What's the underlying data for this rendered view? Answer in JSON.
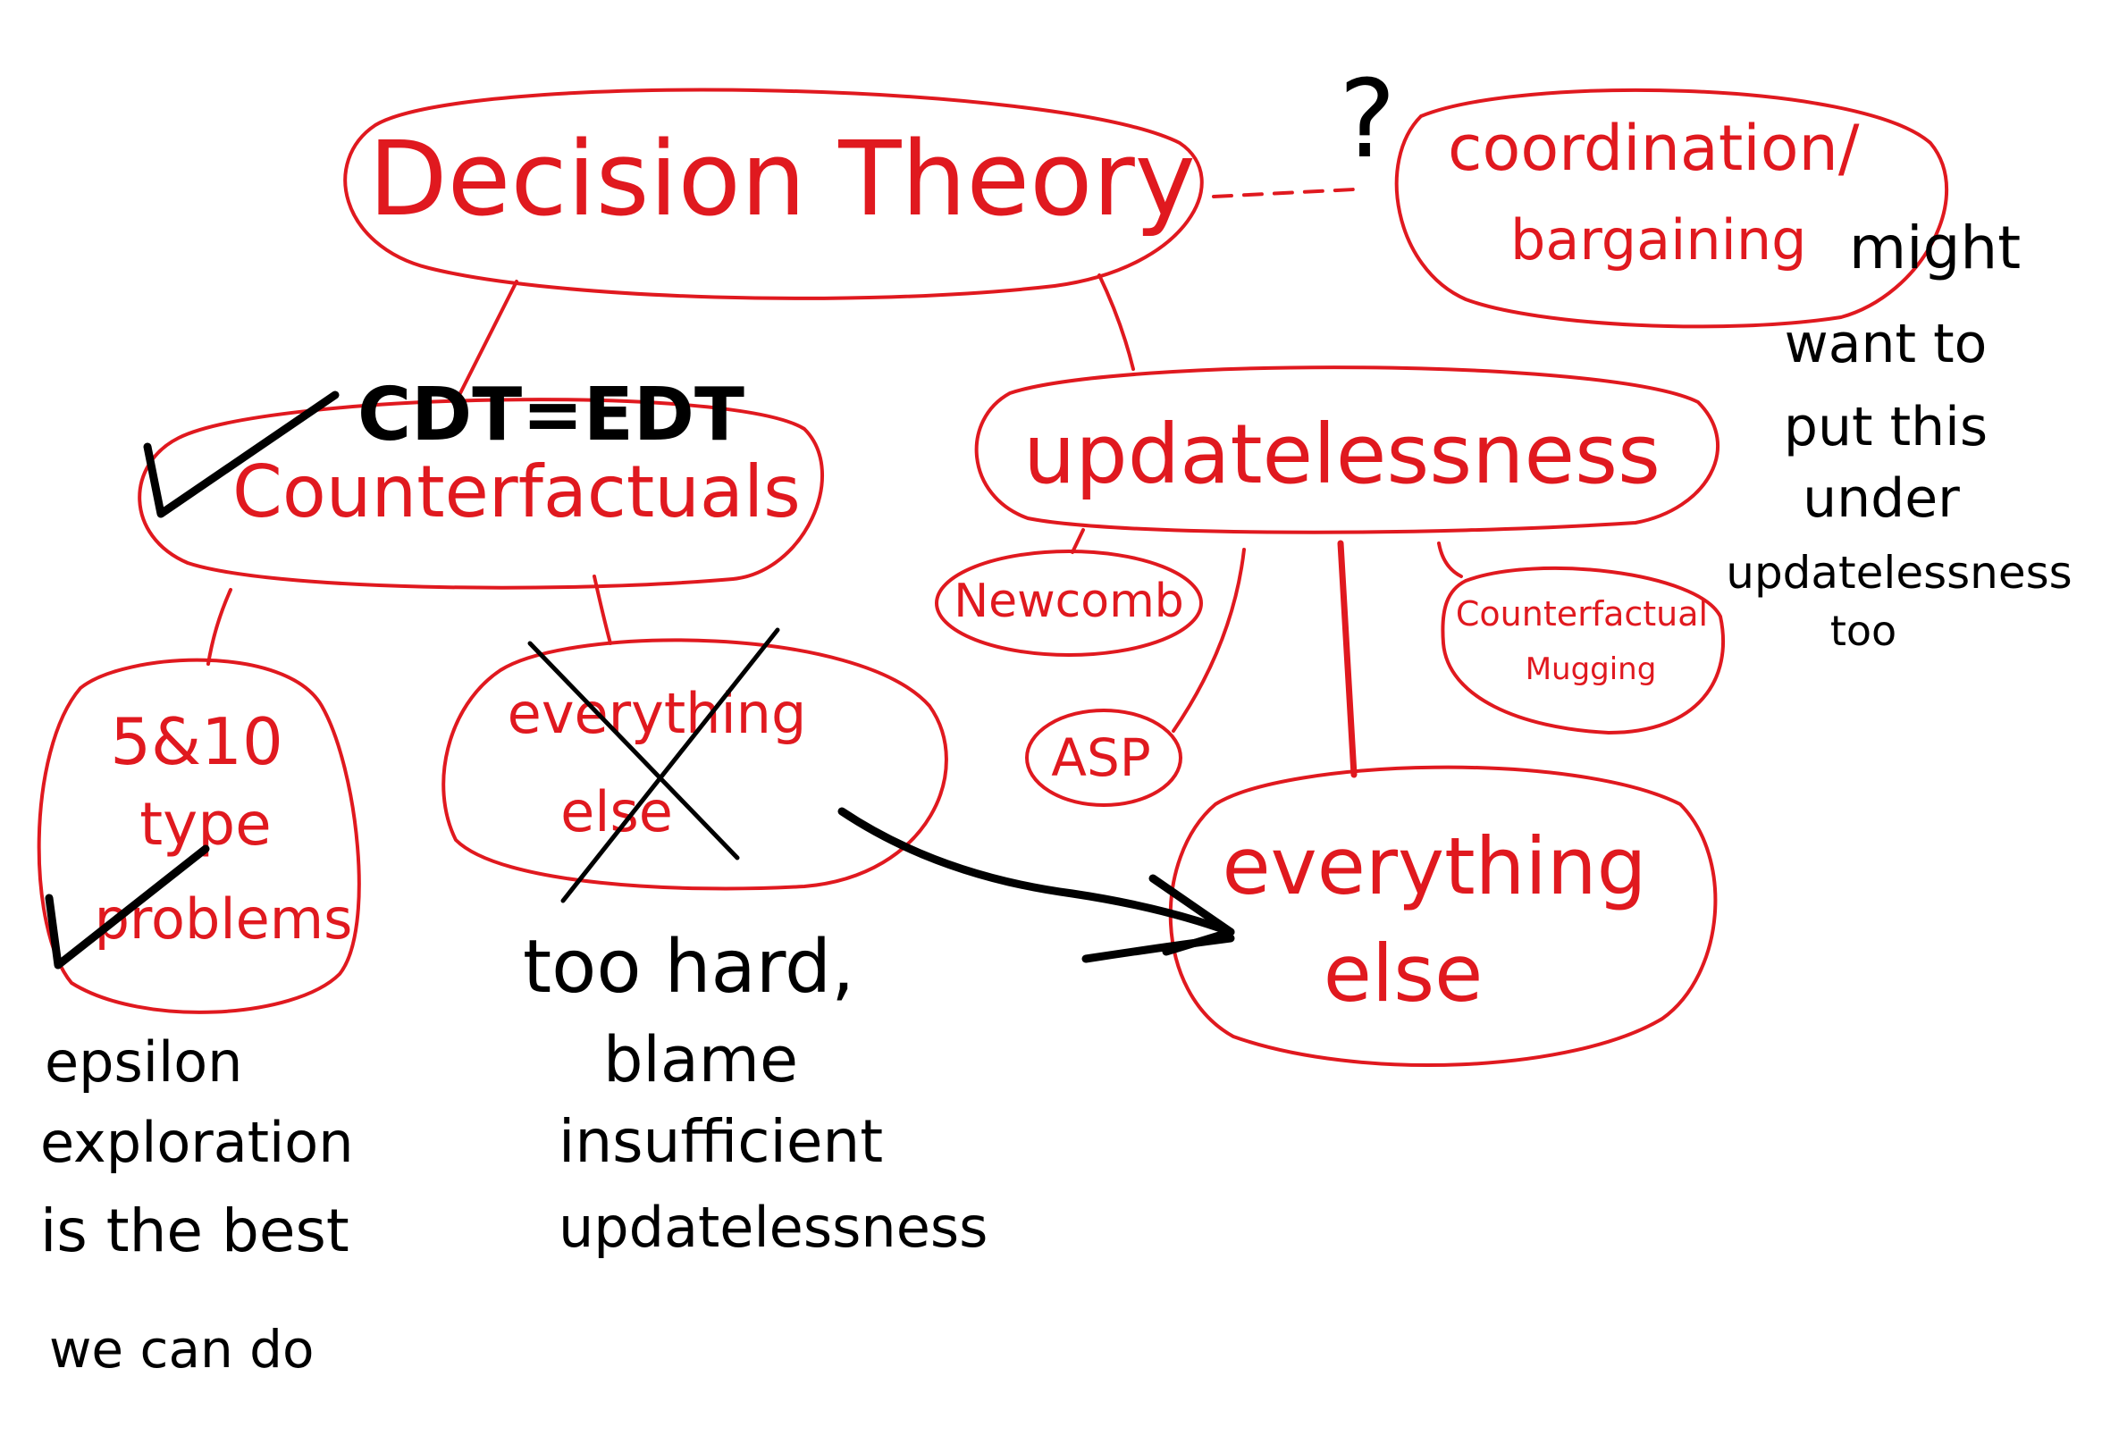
{
  "colors": {
    "node": "#e0191f",
    "annotation": "#000000"
  },
  "nodes": {
    "decision_theory": "Decision Theory",
    "coordination_line1": "coordination/",
    "coordination_line2": "bargaining",
    "question_mark": "?",
    "counterfactuals": "Counterfactuals",
    "cdt_edt": "CDT=EDT",
    "updatelessness": "updatelessness",
    "newcomb": "Newcomb",
    "counterfactual_mugging_line1": "Counterfactual",
    "counterfactual_mugging_line2": "Mugging",
    "asp": "ASP",
    "everything_else_right_line1": "everything",
    "everything_else_right_line2": "else",
    "five_ten_line1": "5&10",
    "five_ten_line2": "type",
    "five_ten_line3": "problems",
    "everything_else_left_line1": "everything",
    "everything_else_left_line2": "else"
  },
  "annotations": {
    "coordination_note": [
      "might",
      "want to",
      "put this",
      "under",
      "updatelessness",
      "too"
    ],
    "five_ten_note": [
      "epsilon",
      "exploration",
      "is the best",
      "we can do"
    ],
    "everything_else_note": [
      "too hard,",
      "blame",
      "insufficient",
      "updatelessness"
    ]
  }
}
